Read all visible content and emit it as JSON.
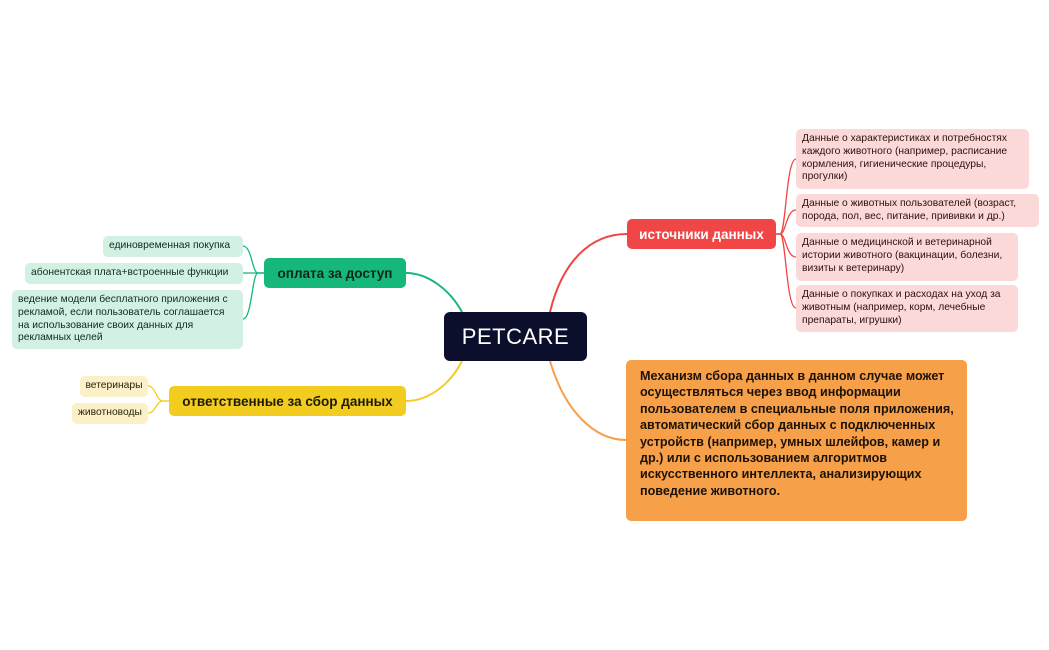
{
  "root": {
    "label": "PETCARE"
  },
  "branches": {
    "sources": {
      "label": "источники данных",
      "color": "#f04646",
      "items": [
        "Данные о характеристиках и потребностях каждого животного (например, расписание кормления, гигиенические процедуры, прогулки)",
        "Данные о животных пользователей (возраст, порода, пол, вес, питание, прививки и др.)",
        "Данные о медицинской и ветеринарной истории животного (вакцинации, болезни, визиты к ветеринару)",
        "Данные о покупках и расходах на уход за животным (например, корм, лечебные препараты, игрушки)"
      ]
    },
    "payment": {
      "label": "оплата за доступ",
      "color": "#16b77a",
      "items": [
        "единовременная покупка",
        "абонентская плата+встроенные функции",
        "ведение модели бесплатного приложения с рекламой, если пользователь соглашается на использование своих данных для рекламных целей"
      ]
    },
    "responsible": {
      "label": "ответственные за сбор данных",
      "color": "#f2cd1f",
      "items": [
        "ветеринары",
        "животноводы"
      ]
    },
    "mechanism": {
      "text": "Механизм сбора данных в данном случае может осуществляться через ввод информации пользователем в специальные поля приложения, автоматический сбор данных с подключенных устройств (например, умных шлейфов, камер и др.) или с использованием алгоритмов искусственного интеллекта, анализирующих поведение животного.",
      "color": "#f7a04a"
    }
  }
}
